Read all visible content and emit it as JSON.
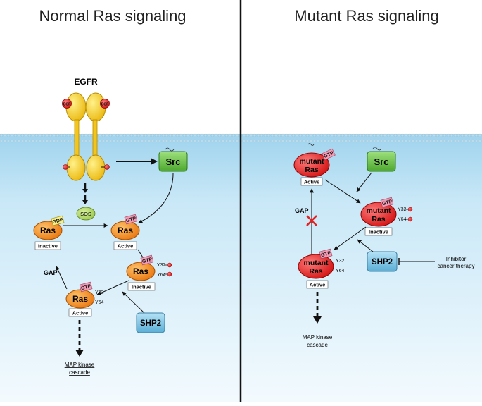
{
  "panels": {
    "left_title": "Normal Ras signaling",
    "right_title": "Mutant Ras signaling"
  },
  "left": {
    "receptor": "EGFR",
    "ligand": "EGF",
    "sos": "SOS",
    "src": "Src",
    "ras": "Ras",
    "gdp": "GDP",
    "gtp": "GTP",
    "inactive": "Inactive",
    "active": "Active",
    "y32": "Y32",
    "y64": "Y64",
    "phospho": "P",
    "gap": "GAP",
    "shp2": "SHP2",
    "cascade_line1": "MAP kinase",
    "cascade_line2": "cascade"
  },
  "right": {
    "src": "Src",
    "mutant": "mutant",
    "ras": "Ras",
    "gtp": "GTP",
    "active": "Active",
    "inactive": "Inactive",
    "y32": "Y32",
    "y64": "Y64",
    "phospho": "P",
    "gap": "GAP",
    "shp2": "SHP2",
    "inhibitor_line1": "Inhibitor",
    "inhibitor_line2": "cancer therapy",
    "cascade_line1": "MAP kinase",
    "cascade_line2": "cascade"
  },
  "colors": {
    "membrane_top": "#a9d6ee",
    "cytoplasm": "#e8f5fc",
    "ras_orange": "#f28c1a",
    "mutant_red": "#e81c1c",
    "src_green": "#6cc04a",
    "shp2_blue": "#7cc4e4",
    "egfr_yellow": "#f5c518",
    "gtp_pink": "#f29bb5",
    "gdp_yellow": "#f6ef8a",
    "block_red": "#e52222"
  }
}
